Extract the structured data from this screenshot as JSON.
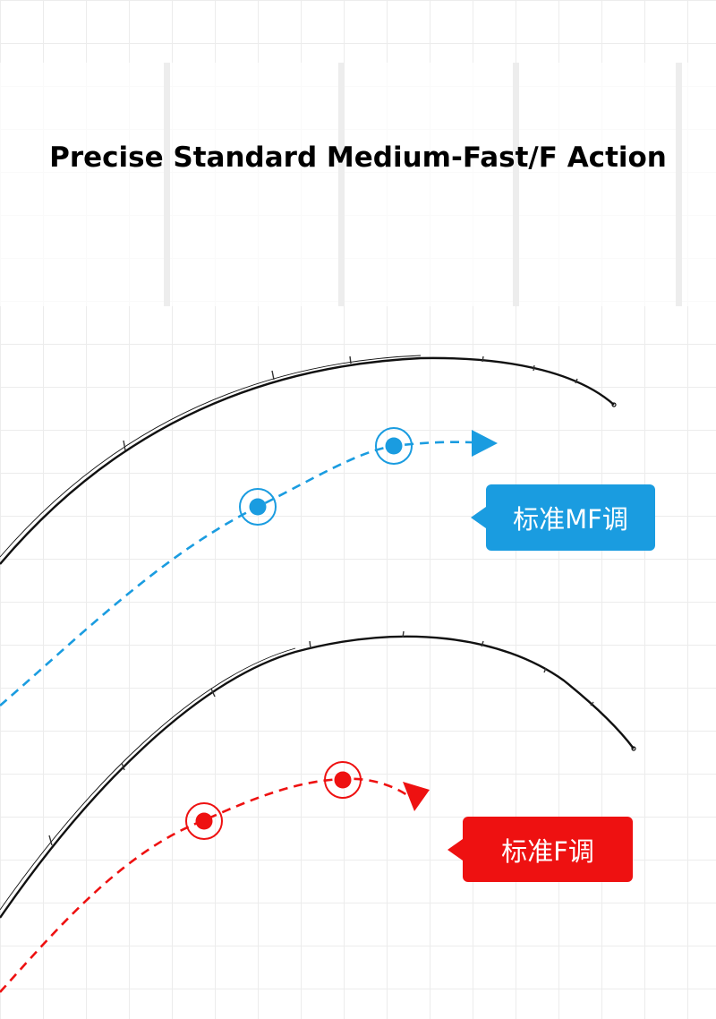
{
  "title": "Precise Standard Medium-Fast/F Action",
  "labels": {
    "mf": "标准MF调",
    "f": "标准F调"
  },
  "colors": {
    "mf": "#1a9ce0",
    "f": "#ee1111",
    "rod": "#111111"
  }
}
